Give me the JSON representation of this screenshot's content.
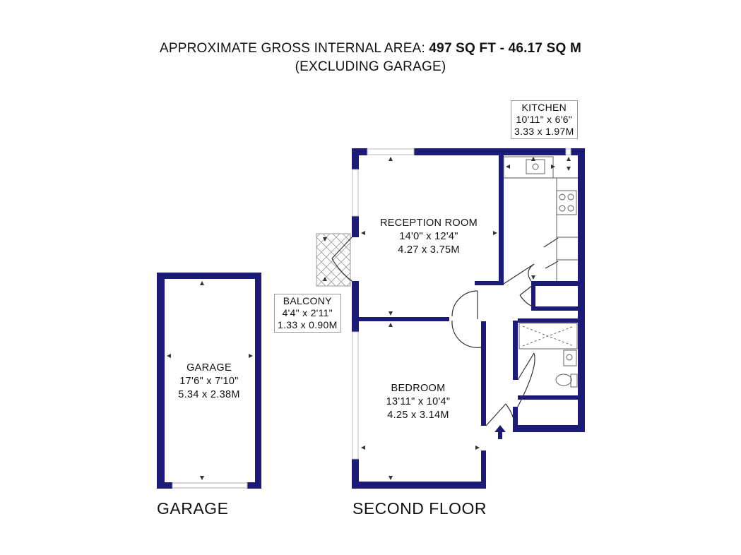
{
  "header": {
    "line1_prefix": "APPROXIMATE GROSS INTERNAL AREA: ",
    "line1_value": "497 SQ FT - 46.17 SQ M",
    "line2": "(EXCLUDING GARAGE)"
  },
  "rooms": {
    "reception": {
      "name": "RECEPTION ROOM",
      "imperial": "14'0\" x 12'4\"",
      "metric": "4.27 x 3.75M"
    },
    "bedroom": {
      "name": "BEDROOM",
      "imperial": "13'11\" x 10'4\"",
      "metric": "4.25 x 3.14M"
    },
    "kitchen": {
      "name": "KITCHEN",
      "imperial": "10'11\" x 6'6\"",
      "metric": "3.33 x 1.97M"
    },
    "balcony": {
      "name": "BALCONY",
      "imperial": "4'4\" x 2'11\"",
      "metric": "1.33 x 0.90M"
    },
    "garage": {
      "name": "GARAGE",
      "imperial": "17'6\" x 7'10\"",
      "metric": "5.34 x 2.38M"
    }
  },
  "labels": {
    "garage_plan": "GARAGE",
    "second_floor_plan": "SECOND FLOOR"
  },
  "colors": {
    "wall": "#1c1c78",
    "window": "#bbbbbb",
    "fixture": "#555555"
  }
}
